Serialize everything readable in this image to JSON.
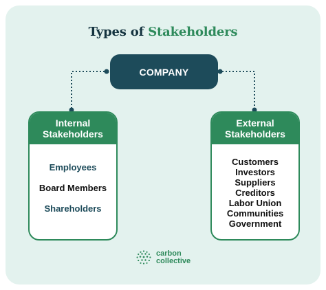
{
  "title": {
    "prefix": "Types of",
    "accent": "Stakeholders"
  },
  "center_node": {
    "label": "COMPANY"
  },
  "internal": {
    "header_line1": "Internal",
    "header_line2": "Stakeholders",
    "items": [
      "Employees",
      "Board Members",
      "Shareholders"
    ]
  },
  "external": {
    "header_line1": "External",
    "header_line2": "Stakeholders",
    "items": [
      "Customers",
      "Investors",
      "Suppliers",
      "Creditors",
      "Labor Union",
      "Communities",
      "Government"
    ]
  },
  "logo": {
    "line1": "carbon",
    "line2": "collective"
  },
  "colors": {
    "background": "#e3f2ee",
    "company_fill": "#1d4b5a",
    "accent_green": "#2e8a5b",
    "text_dark": "#14333f"
  },
  "icons": {
    "logo_mark": "dotted-globe-icon"
  }
}
